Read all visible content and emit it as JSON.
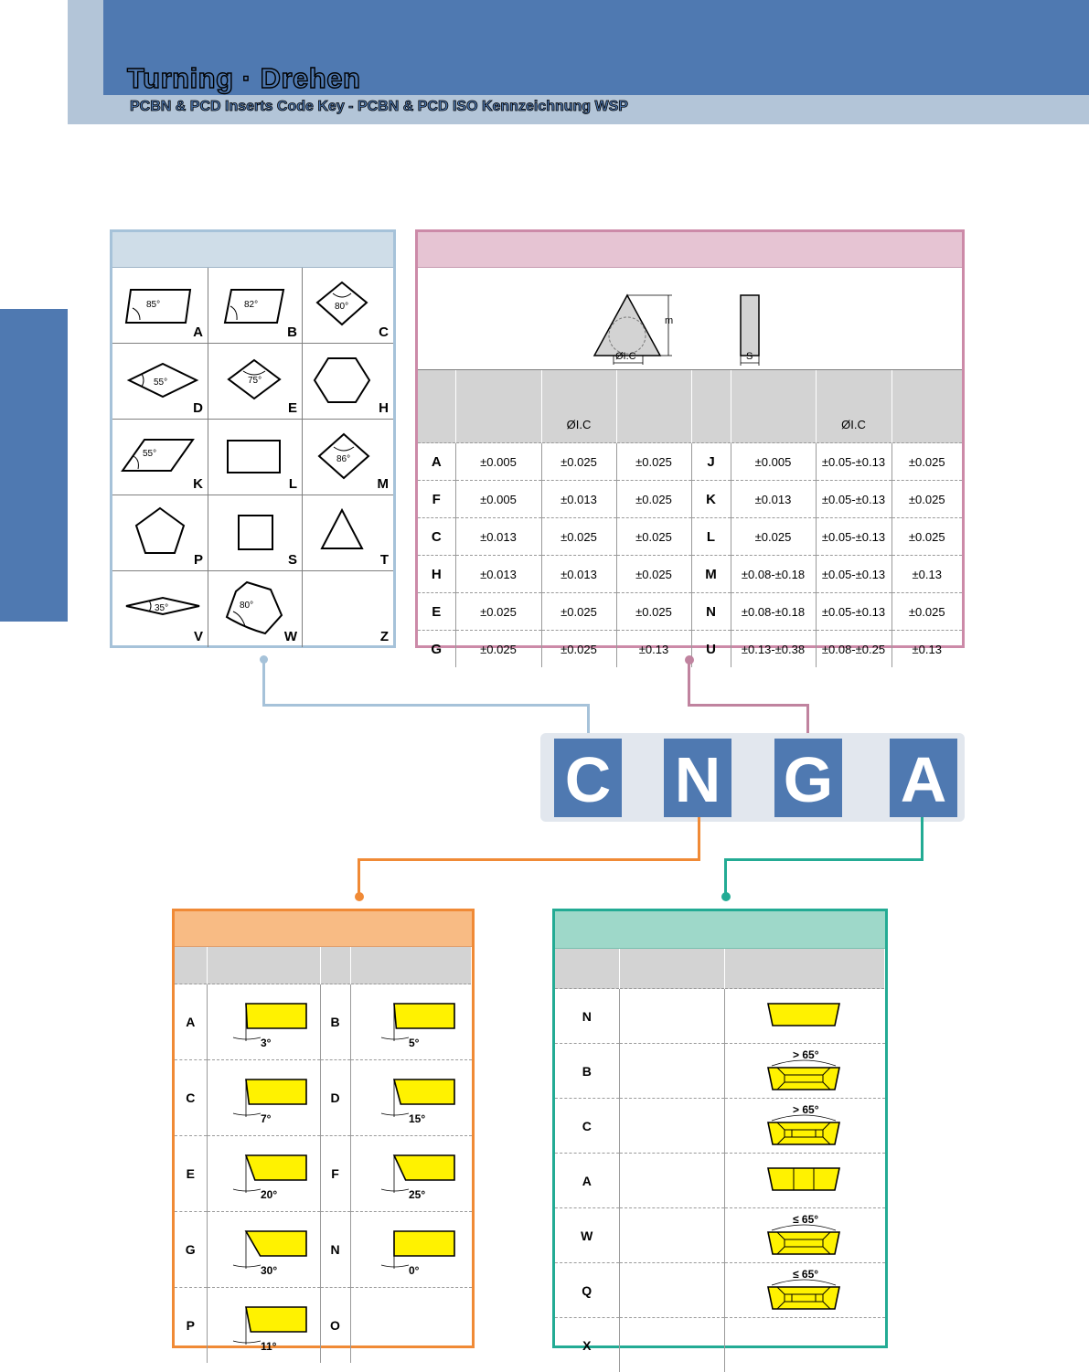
{
  "header": {
    "title": "Turning · Drehen",
    "subtitle": "PCBN & PCD Inserts Code Key - PCBN & PCD ISO Kennzeichnung WSP"
  },
  "shapes": [
    {
      "letter": "A",
      "angle": "85°"
    },
    {
      "letter": "B",
      "angle": "82°"
    },
    {
      "letter": "C",
      "angle": "80°"
    },
    {
      "letter": "D",
      "angle": "55°"
    },
    {
      "letter": "E",
      "angle": "75°"
    },
    {
      "letter": "H",
      "angle": ""
    },
    {
      "letter": "K",
      "angle": "55°"
    },
    {
      "letter": "L",
      "angle": ""
    },
    {
      "letter": "M",
      "angle": "86°"
    },
    {
      "letter": "P",
      "angle": ""
    },
    {
      "letter": "S",
      "angle": ""
    },
    {
      "letter": "T",
      "angle": ""
    },
    {
      "letter": "V",
      "angle": "35°"
    },
    {
      "letter": "W",
      "angle": "80°"
    },
    {
      "letter": "Z",
      "angle": ""
    }
  ],
  "tolerance": {
    "diagram": {
      "m_label": "m",
      "ic_label": "ØI.C",
      "s_label": "S"
    },
    "headers": [
      "",
      "",
      "ØI.C",
      "",
      "",
      "",
      "ØI.C",
      ""
    ],
    "rows": [
      [
        "A",
        "±0.005",
        "±0.025",
        "±0.025",
        "J",
        "±0.005",
        "±0.05-±0.13",
        "±0.025"
      ],
      [
        "F",
        "±0.005",
        "±0.013",
        "±0.025",
        "K",
        "±0.013",
        "±0.05-±0.13",
        "±0.025"
      ],
      [
        "C",
        "±0.013",
        "±0.025",
        "±0.025",
        "L",
        "±0.025",
        "±0.05-±0.13",
        "±0.025"
      ],
      [
        "H",
        "±0.013",
        "±0.013",
        "±0.025",
        "M",
        "±0.08-±0.18",
        "±0.05-±0.13",
        "±0.13"
      ],
      [
        "E",
        "±0.025",
        "±0.025",
        "±0.025",
        "N",
        "±0.08-±0.18",
        "±0.05-±0.13",
        "±0.025"
      ],
      [
        "G",
        "±0.025",
        "±0.025",
        "±0.13",
        "U",
        "±0.13-±0.38",
        "±0.08-±0.25",
        "±0.13"
      ]
    ]
  },
  "code": [
    "C",
    "N",
    "G",
    "A"
  ],
  "relief": {
    "rows": [
      [
        {
          "letter": "A",
          "angle": "3°",
          "deg": 3
        },
        {
          "letter": "B",
          "angle": "5°",
          "deg": 5
        }
      ],
      [
        {
          "letter": "C",
          "angle": "7°",
          "deg": 7
        },
        {
          "letter": "D",
          "angle": "15°",
          "deg": 15
        }
      ],
      [
        {
          "letter": "E",
          "angle": "20°",
          "deg": 20
        },
        {
          "letter": "F",
          "angle": "25°",
          "deg": 25
        }
      ],
      [
        {
          "letter": "G",
          "angle": "30°",
          "deg": 30
        },
        {
          "letter": "N",
          "angle": "0°",
          "deg": 0
        }
      ],
      [
        {
          "letter": "P",
          "angle": "11°",
          "deg": 11
        },
        {
          "letter": "O",
          "angle": "",
          "deg": null
        }
      ]
    ]
  },
  "chipbreaker": {
    "rows": [
      {
        "letter": "N",
        "type": "plain",
        "angle": ""
      },
      {
        "letter": "B",
        "type": "double-hole",
        "angle": "> 65°"
      },
      {
        "letter": "C",
        "type": "double-hole-rect",
        "angle": "> 65°"
      },
      {
        "letter": "A",
        "type": "hole",
        "angle": ""
      },
      {
        "letter": "W",
        "type": "double-hole",
        "angle": "≤ 65°"
      },
      {
        "letter": "Q",
        "type": "double-hole-rect",
        "angle": "≤ 65°"
      },
      {
        "letter": "X",
        "type": "none",
        "angle": ""
      }
    ]
  },
  "colors": {
    "header_dark": "#4f79b1",
    "header_light": "#b3c5d8",
    "shape_accent": "#a6c2d9",
    "tol_accent": "#cc8aa8",
    "relief_accent": "#f08a36",
    "chip_accent": "#23ab94",
    "insert_fill": "#fff200"
  }
}
